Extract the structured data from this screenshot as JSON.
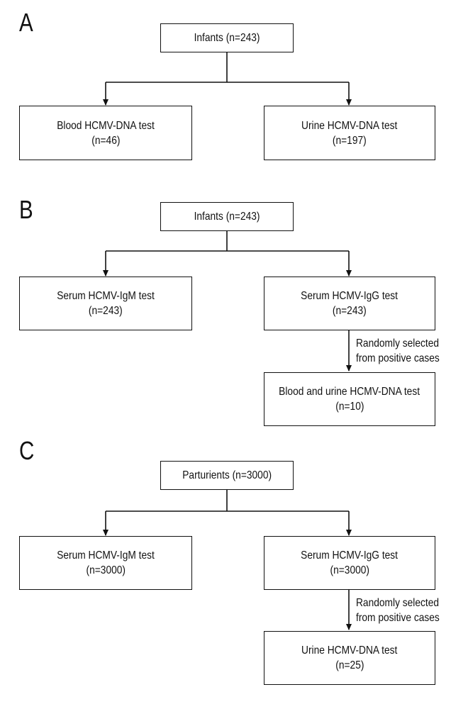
{
  "panel_a": {
    "letter": "A",
    "root": "Infants (n=243)",
    "left": {
      "line1": "Blood HCMV-DNA test",
      "line2": "(n=46)"
    },
    "right": {
      "line1": "Urine HCMV-DNA test",
      "line2": "(n=197)"
    }
  },
  "panel_b": {
    "letter": "B",
    "root": "Infants (n=243)",
    "left": {
      "line1": "Serum HCMV-IgM test",
      "line2": "(n=243)"
    },
    "right": {
      "line1": "Serum HCMV-IgG test",
      "line2": "(n=243)"
    },
    "note": {
      "line1": "Randomly selected",
      "line2": "from positive cases"
    },
    "sub": {
      "line1": "Blood and urine HCMV-DNA test",
      "line2": "(n=10)"
    }
  },
  "panel_c": {
    "letter": "C",
    "root": "Parturients (n=3000)",
    "left": {
      "line1": "Serum HCMV-IgM test",
      "line2": "(n=3000)"
    },
    "right": {
      "line1": "Serum HCMV-IgG test",
      "line2": "(n=3000)"
    },
    "note": {
      "line1": "Randomly selected",
      "line2": "from positive cases"
    },
    "sub": {
      "line1": "Urine HCMV-DNA test",
      "line2": "(n=25)"
    }
  }
}
